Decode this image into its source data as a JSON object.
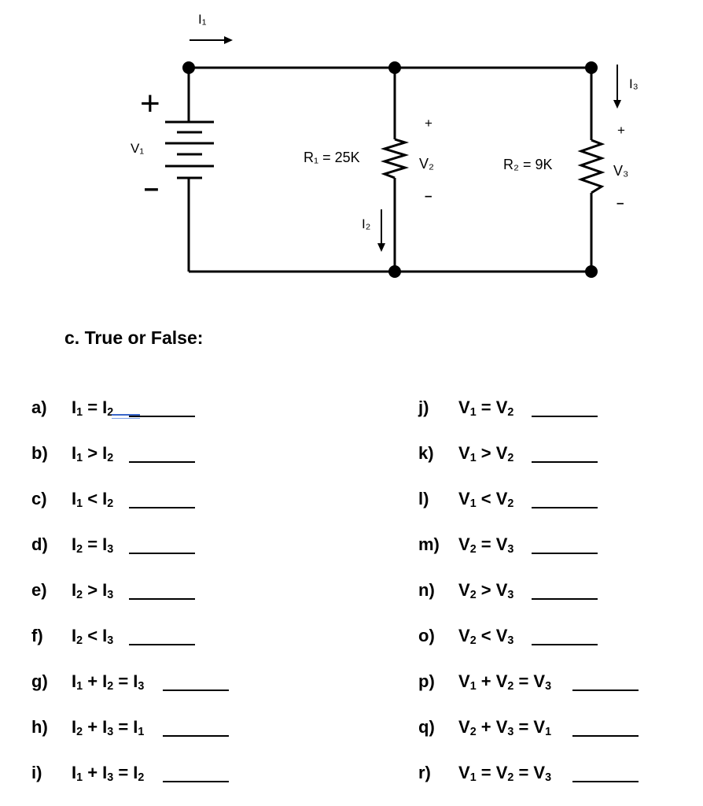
{
  "circuit": {
    "source": "V₁",
    "source_plus": "+",
    "source_minus": "–",
    "i1": "I₁",
    "i2": "I₂",
    "i3": "I₃",
    "r1": "R₁ = 25K",
    "r2": "R₂ = 9K",
    "v2": "V₂",
    "v3": "V₃",
    "plus": "+",
    "minus": "–"
  },
  "section_title": "c.  True or False:",
  "questions_left": [
    {
      "letter": "a)",
      "expr": "I₁ = I₂"
    },
    {
      "letter": "b)",
      "expr": "I₁ > I₂"
    },
    {
      "letter": "c)",
      "expr": "I₁ < I₂"
    },
    {
      "letter": "d)",
      "expr": "I₂ = I₃"
    },
    {
      "letter": "e)",
      "expr": "I₂ > I₃"
    },
    {
      "letter": "f)",
      "expr": "I₂ < I₃"
    },
    {
      "letter": "g)",
      "expr": "I₁ + I₂ = I₃"
    },
    {
      "letter": "h)",
      "expr": "I₂ + I₃ = I₁"
    },
    {
      "letter": "i)",
      "expr": "I₁ + I₃ = I₂"
    }
  ],
  "questions_right": [
    {
      "letter": "j)",
      "expr": "V₁ = V₂"
    },
    {
      "letter": "k)",
      "expr": "V₁ > V₂"
    },
    {
      "letter": "l)",
      "expr": "V₁ < V₂"
    },
    {
      "letter": "m)",
      "expr": "V₂ = V₃"
    },
    {
      "letter": "n)",
      "expr": "V₂ > V₃"
    },
    {
      "letter": "o)",
      "expr": "V₂ < V₃"
    },
    {
      "letter": "p)",
      "expr": "V₁ + V₂ = V₃"
    },
    {
      "letter": "q)",
      "expr": "V₂ + V₃ = V₁"
    },
    {
      "letter": "r)",
      "expr": "V₁ = V₂ = V₃"
    }
  ]
}
